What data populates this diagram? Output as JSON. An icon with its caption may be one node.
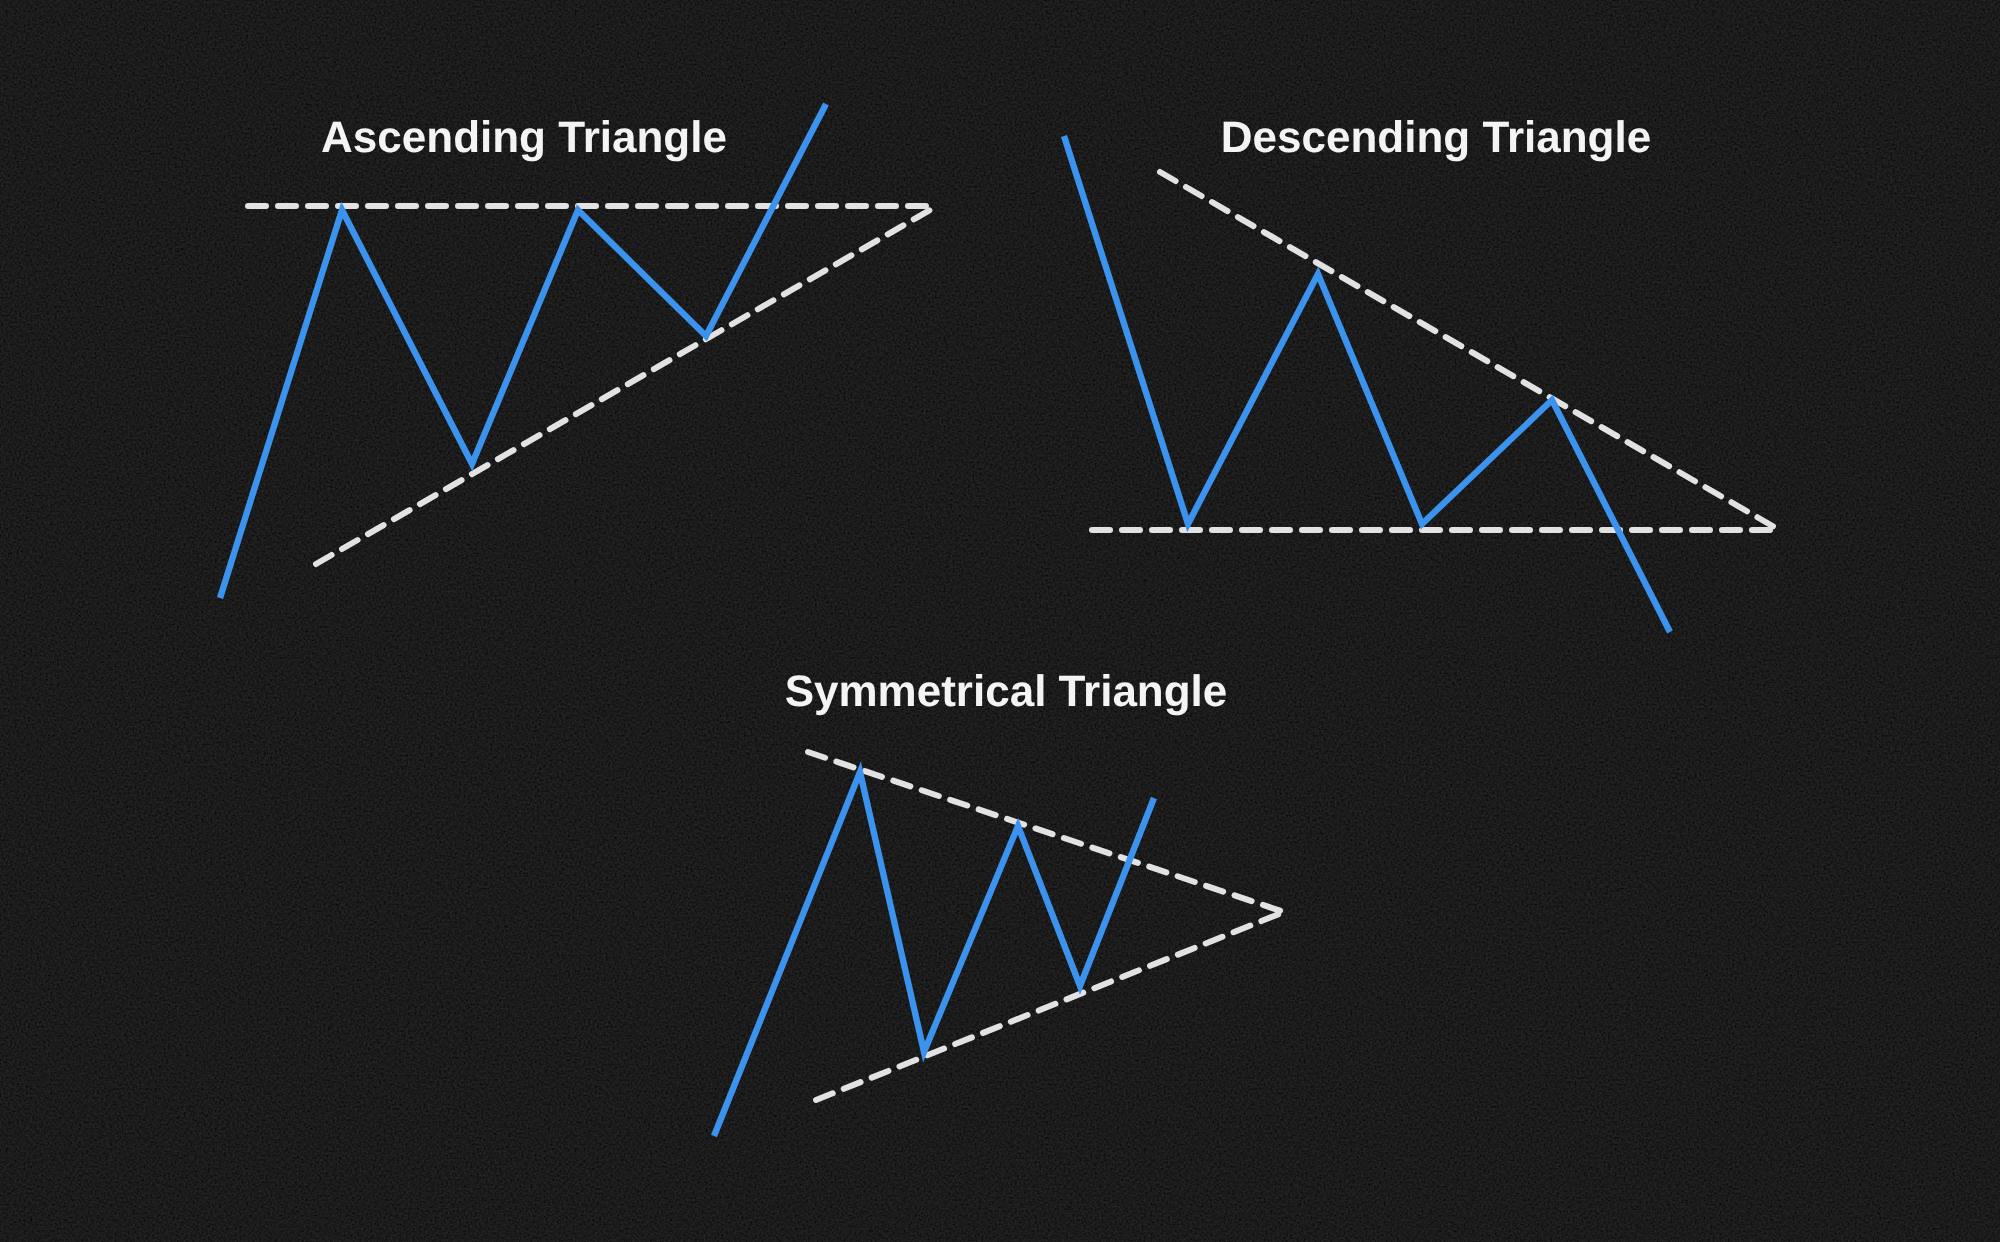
{
  "diagram": {
    "labels": [
      "Ascending Triangle",
      "Descending Triangle",
      "Symmetrical Triangle"
    ]
  }
}
